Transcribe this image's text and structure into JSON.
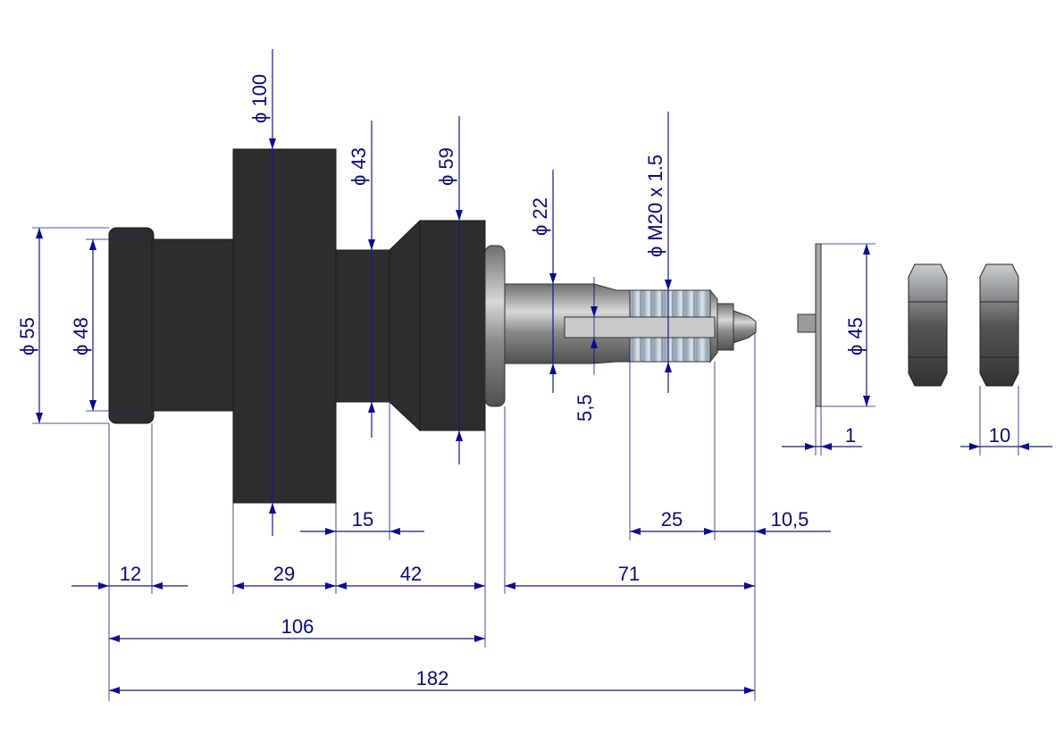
{
  "diameters": {
    "d55": "ϕ 55",
    "d48": "ϕ 48",
    "d100": "ϕ 100",
    "d43": "ϕ 43",
    "d59": "ϕ 59",
    "d22": "ϕ 22",
    "m20": "ϕ  M20 x 1.5",
    "d45": "ϕ 45"
  },
  "lengths": {
    "l12": "12",
    "l29": "29",
    "l42": "42",
    "l71": "71",
    "l106": "106",
    "l182": "182",
    "l15": "15",
    "l25": "25",
    "l10_5": "10,5",
    "l5_5": "5,5",
    "l1": "1",
    "l10": "10"
  },
  "colors": {
    "dimension": "#1a1a80",
    "body": "#2d2d2f",
    "steel": "#9a9a9a"
  }
}
